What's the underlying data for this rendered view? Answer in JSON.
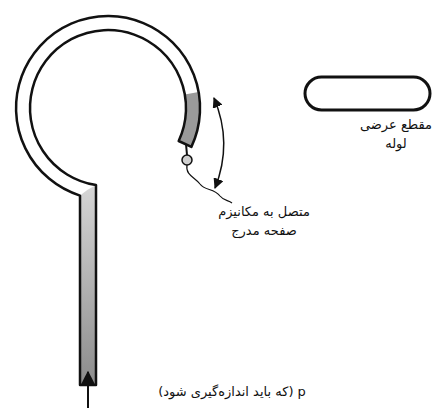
{
  "diagram": {
    "labels": [
      "متصل به مکانیزم صفحه مدرج",
      "مقطع عرضی لوله",
      "p (که باید اندازه‌گیری شود)"
    ]
  }
}
